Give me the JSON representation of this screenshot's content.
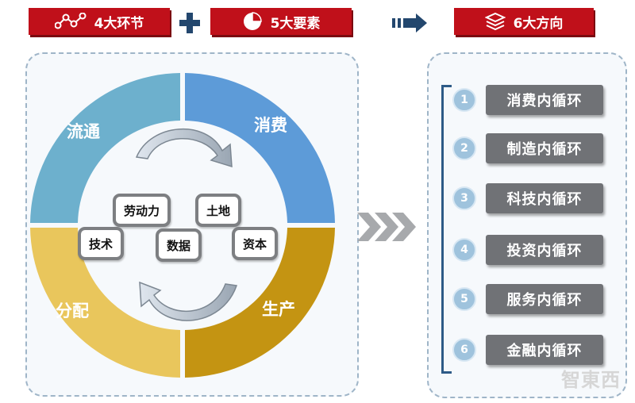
{
  "headers": {
    "links": "4大环节",
    "elements": "5大要素",
    "directions": "6大方向"
  },
  "ring_segments": [
    {
      "label": "流通",
      "color": "#6db0cd"
    },
    {
      "label": "消费",
      "color": "#5d9bd8"
    },
    {
      "label": "分配",
      "color": "#e9c65c"
    },
    {
      "label": "生产",
      "color": "#c49412"
    }
  ],
  "elements": {
    "labor": "劳动力",
    "land": "土地",
    "tech": "技术",
    "data": "数据",
    "capital": "资本"
  },
  "directions": [
    {
      "num": "1",
      "label": "消费内循环"
    },
    {
      "num": "2",
      "label": "制造内循环"
    },
    {
      "num": "3",
      "label": "科技内循环"
    },
    {
      "num": "4",
      "label": "投资内循环"
    },
    {
      "num": "5",
      "label": "服务内循环"
    },
    {
      "num": "6",
      "label": "金融内循环"
    }
  ],
  "watermark": "智東西",
  "colors": {
    "header_red": "#c0101a",
    "arrow_navy": "#23476e",
    "chevron_gray": "#a7a9ac"
  }
}
